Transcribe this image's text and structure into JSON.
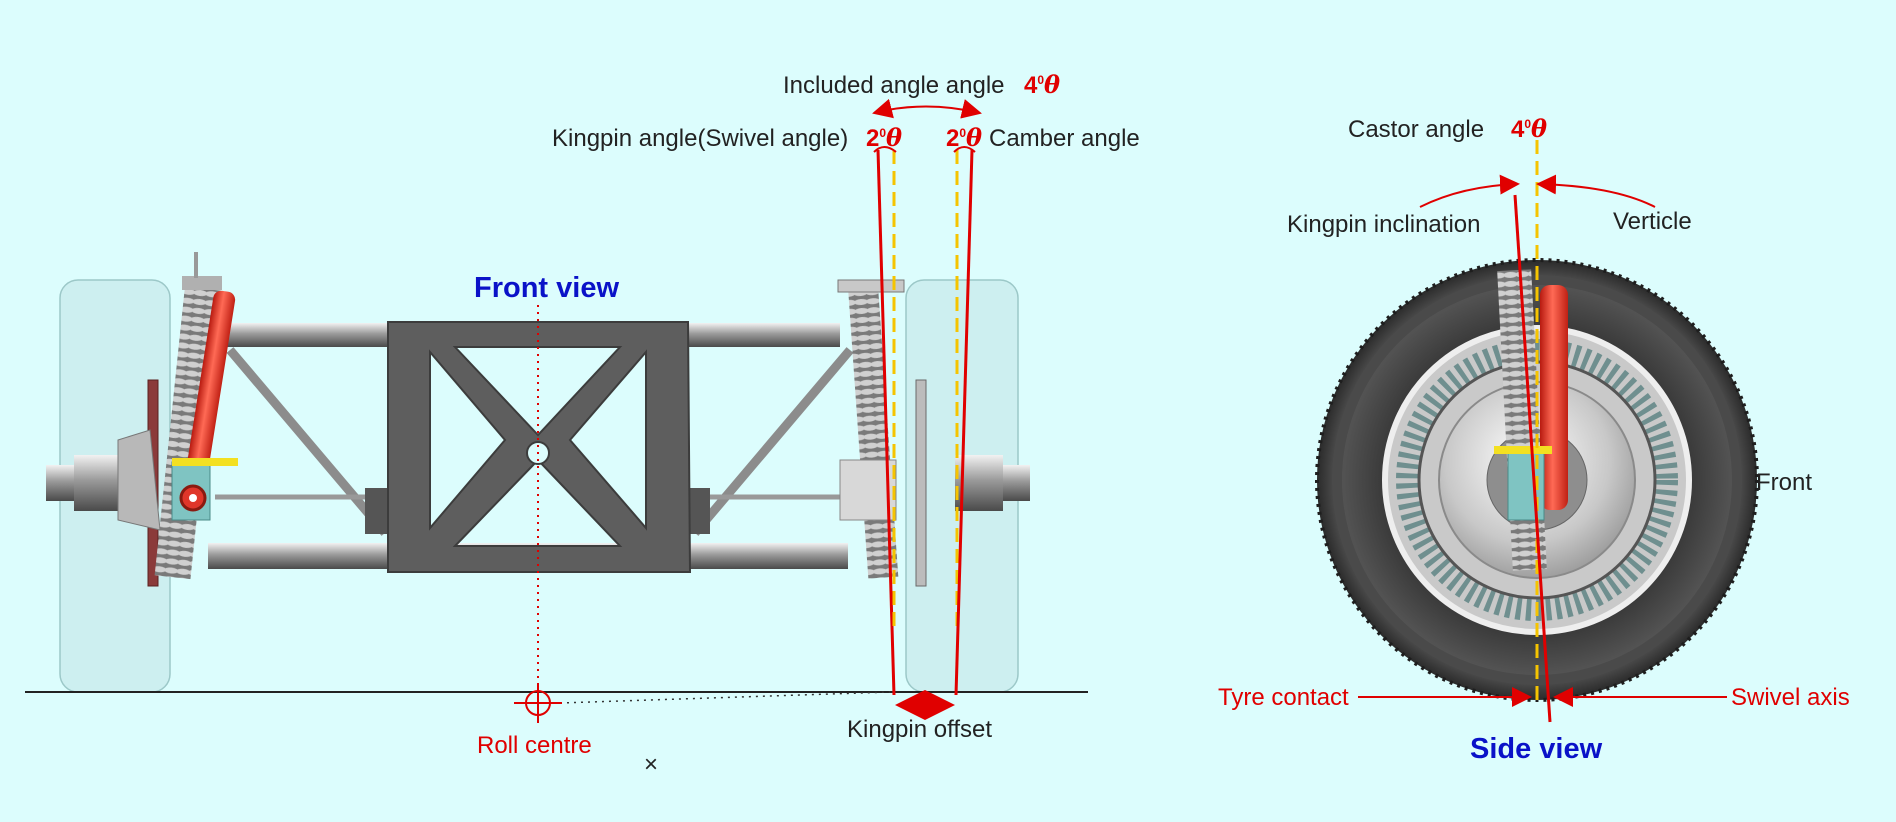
{
  "labels": {
    "included_angle": "Included angle angle",
    "included_value": "4",
    "kingpin_angle": "Kingpin angle(Swivel angle)",
    "kingpin_value": "2",
    "camber_angle": "Camber angle",
    "camber_value": "2",
    "castor_angle": "Castor angle",
    "castor_value": "4",
    "degree_mark": "0",
    "theta": "θ",
    "kingpin_inclination": "Kingpin inclination",
    "verticle": "Verticle",
    "front_view": "Front view",
    "side_view": "Side view",
    "front": "Front",
    "roll_centre": "Roll centre",
    "kingpin_offset": "Kingpin offset",
    "tyre_contact": "Tyre contact",
    "swivel_axis": "Swivel axis",
    "close_mark": "×"
  },
  "colors": {
    "background": "#dcfdfd",
    "axis_red": "#e00000",
    "vertical_yellow": "#f5c400",
    "title_blue": "#0a12c8",
    "frame_grey": "#6e6e6e",
    "shock_red": "#e83a2a"
  }
}
